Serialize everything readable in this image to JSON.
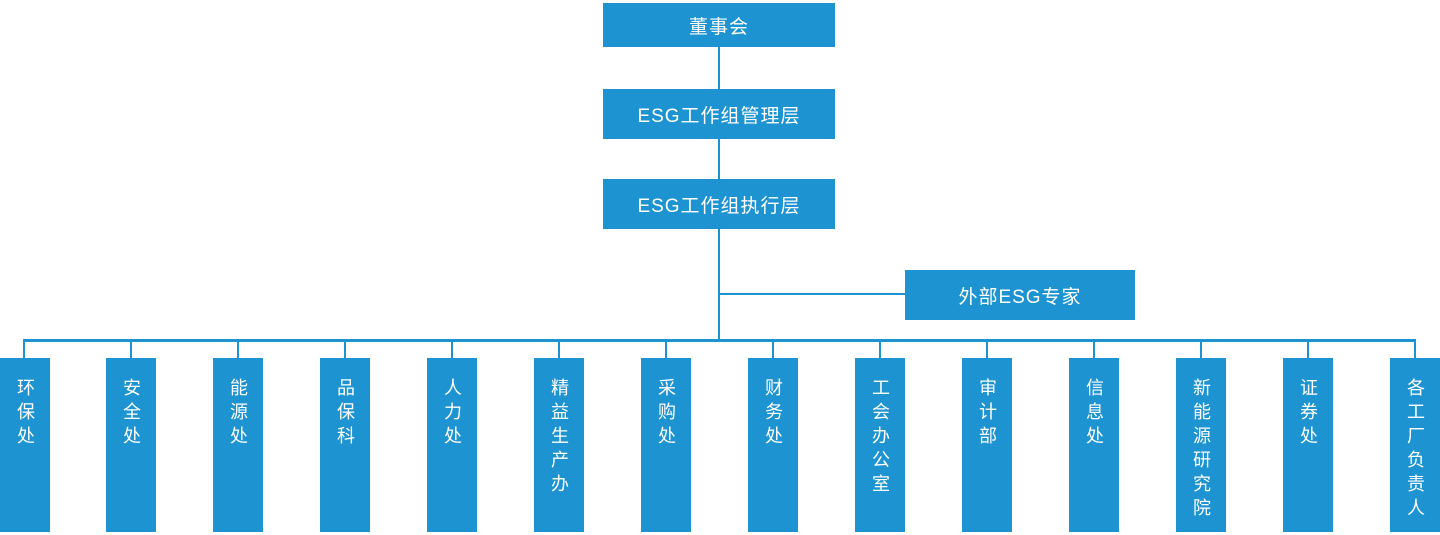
{
  "theme": {
    "accent": "#1D93D2",
    "text_color": "#FFFFFF",
    "background": "#FFFFFF"
  },
  "org_chart": {
    "type": "organization-chart",
    "levels": {
      "board": "董事会",
      "management": "ESG工作组管理层",
      "execution": "ESG工作组执行层",
      "external_advisor": "外部ESG专家"
    },
    "departments": [
      "环保处",
      "安全处",
      "能源处",
      "品保科",
      "人力处",
      "精益生产办",
      "采购处",
      "财务处",
      "工会办公室",
      "审计部",
      "信息处",
      "新能源研究院",
      "证券处",
      "各工厂负责人"
    ]
  }
}
